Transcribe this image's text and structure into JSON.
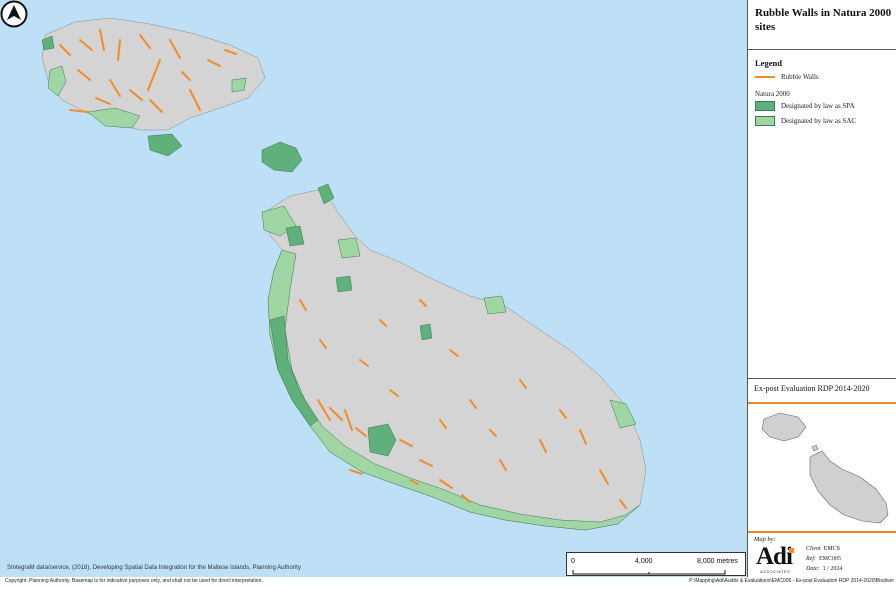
{
  "map_title": "Rubble Walls in Natura 2000 sites",
  "legend": {
    "title": "Legend",
    "rubble_walls_label": "Rubble Walls",
    "natura_heading": "Natura 2000",
    "spa_label": "Designated by law as SPA",
    "sac_label": "Designated by law as SAC"
  },
  "colors": {
    "sea": "#bde0f7",
    "land": "#d4d4d4",
    "rubble_walls": "#f28c28",
    "spa": "#5fb07a",
    "sac": "#9fd6a3",
    "accent": "#e58b2b"
  },
  "project_label": "Ex-post Evaluation RDP 2014-2020",
  "scale_bar": {
    "ticks": [
      "0",
      "4,000",
      "8,000 metres"
    ]
  },
  "source_note": "SIntegraM data/service, (2018), Developing Spatial Data Integration for the Maltese Islands, Planning Authority",
  "copyright_note": "Copyright: Planning Authority. Basemap is for indicative purposes only, and shall not be used for direct interpretation.",
  "file_path": "P:\\Mapping\\Adi\\Audits & Evaluations\\EMC005 - Ex-post Evaluation RDP 2014-2020\\Biodiver",
  "map_by": {
    "label": "Map by:",
    "logo_text": "Adi",
    "logo_sub": "ASSOCIATES",
    "client_label": "Client",
    "client": "EMCS",
    "ref_label": "Ref:",
    "ref": "EMC005",
    "date_label": "Date:",
    "date": "1 / 2024"
  },
  "north_arrow_icon": "north-arrow-icon"
}
